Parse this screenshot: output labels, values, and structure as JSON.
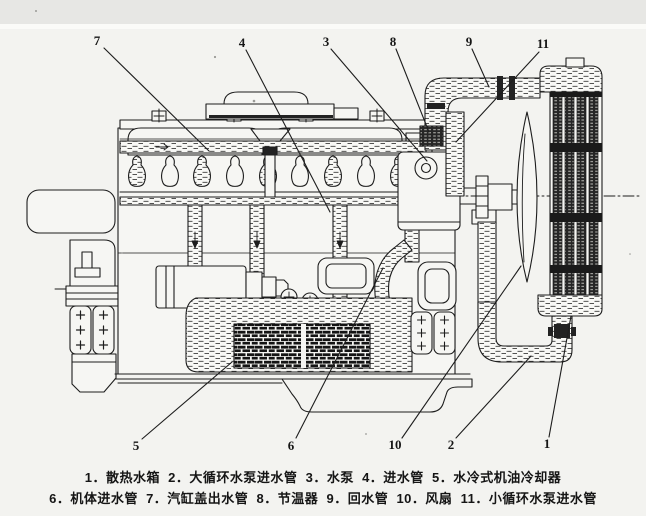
{
  "page": {
    "background": "#f3f3f0",
    "ink": "#1d1d1d"
  },
  "diagram": {
    "callouts": [
      {
        "label": "7"
      },
      {
        "label": "4"
      },
      {
        "label": "3"
      },
      {
        "label": "8"
      },
      {
        "label": "9"
      },
      {
        "label": "11"
      },
      {
        "label": "5"
      },
      {
        "label": "6"
      },
      {
        "label": "10"
      },
      {
        "label": "2"
      },
      {
        "label": "1"
      }
    ],
    "legend": {
      "line1": "1．散热水箱  2．大循环水泵进水管  3．水泵  4．进水管  5．水冷式机油冷却器",
      "line2": "6．机体进水管  7．汽缸盖出水管  8．节温器  9．回水管  10．风扇  11．小循环水泵进水管"
    },
    "parts": [
      {
        "num": "1",
        "name": "散热水箱"
      },
      {
        "num": "2",
        "name": "大循环水泵进水管"
      },
      {
        "num": "3",
        "name": "水泵"
      },
      {
        "num": "4",
        "name": "进水管"
      },
      {
        "num": "5",
        "name": "水冷式机油冷却器"
      },
      {
        "num": "6",
        "name": "机体进水管"
      },
      {
        "num": "7",
        "name": "汽缸盖出水管"
      },
      {
        "num": "8",
        "name": "节温器"
      },
      {
        "num": "9",
        "name": "回水管"
      },
      {
        "num": "10",
        "name": "风扇"
      },
      {
        "num": "11",
        "name": "小循环水泵进水管"
      }
    ]
  }
}
